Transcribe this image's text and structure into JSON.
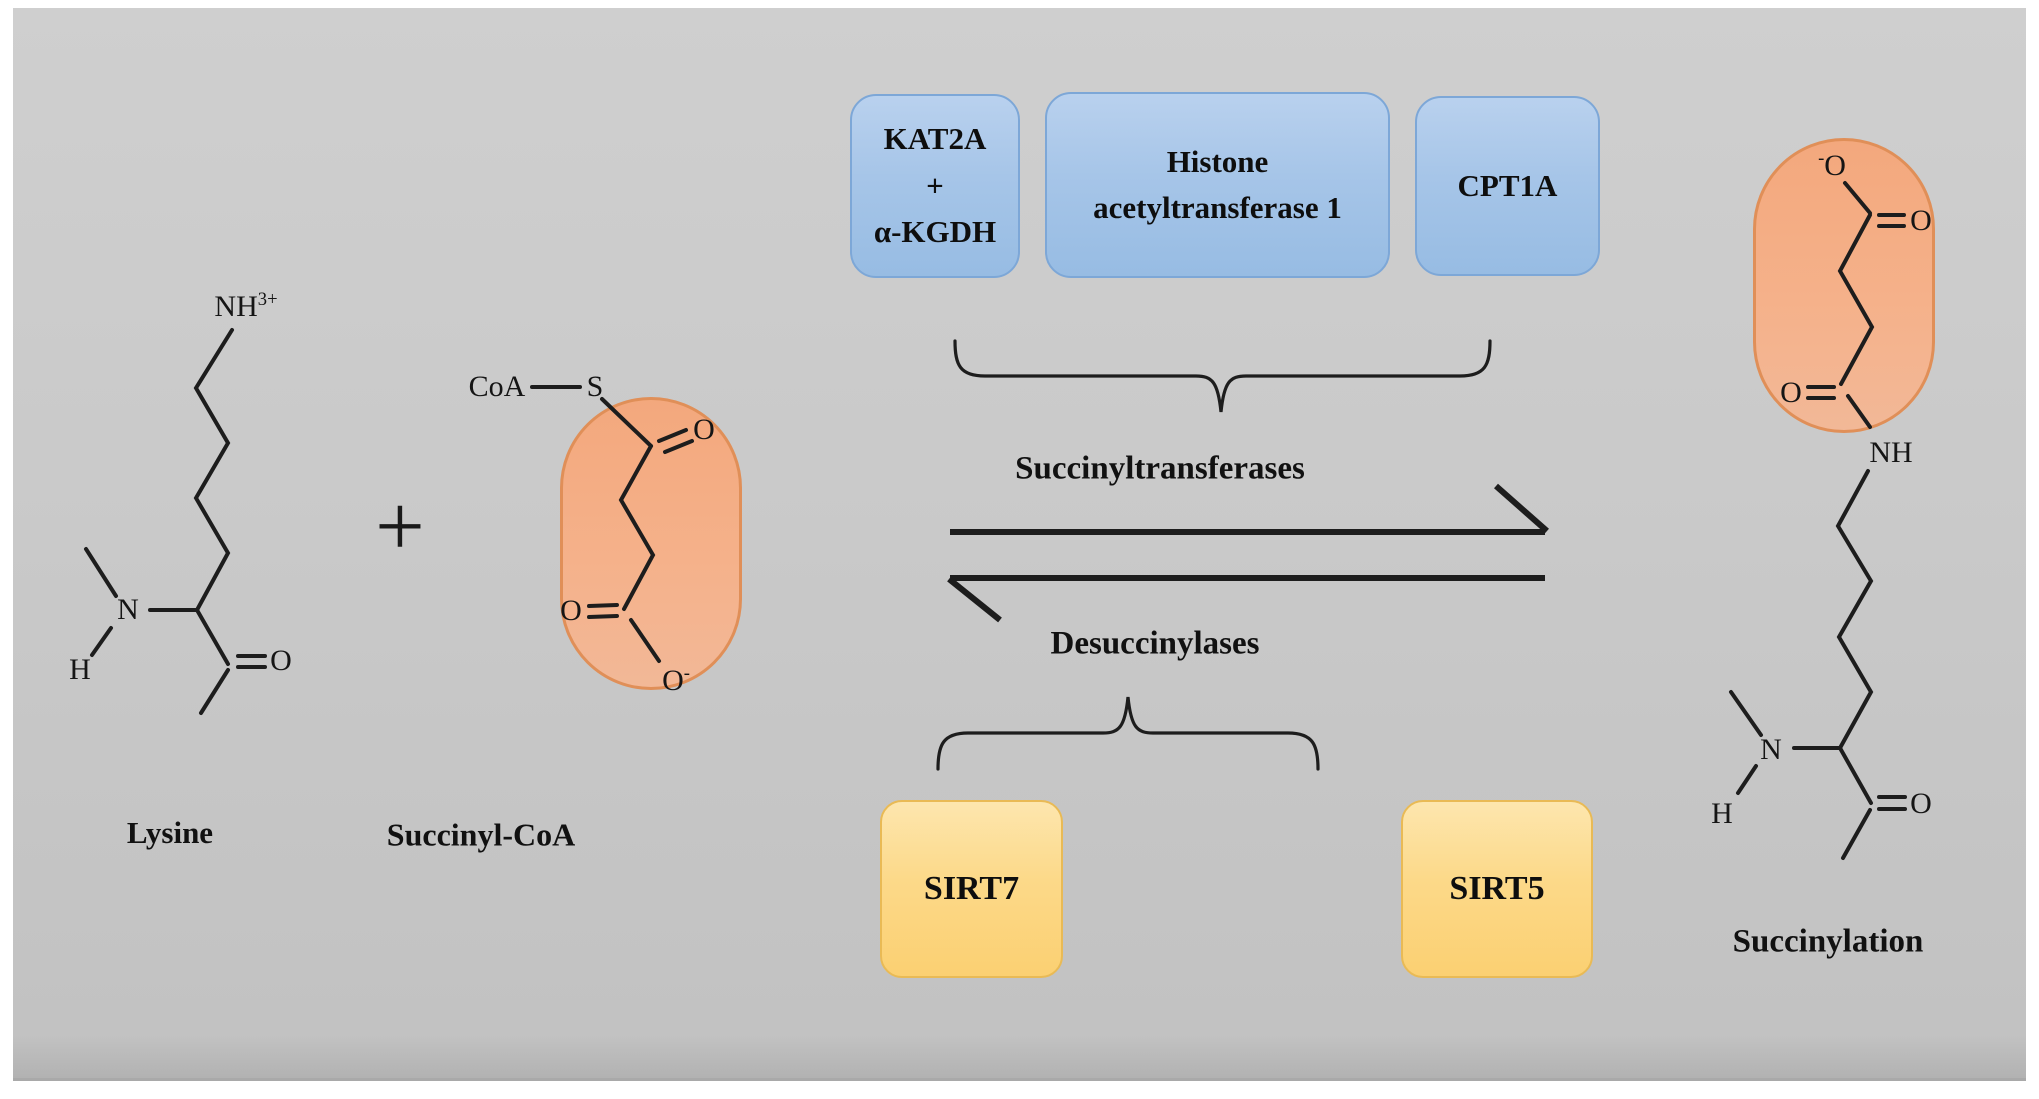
{
  "labels": {
    "lysine": "Lysine",
    "succinyl_coa": "Succinyl-CoA",
    "succinylation": "Succinylation",
    "succinyltransferases": "Succinyltransferases",
    "desuccinylases": "Desuccinylases",
    "plus": "+"
  },
  "enzyme_boxes": {
    "kat2a": {
      "line1": "KAT2A",
      "line2": "+",
      "line3": "α-KGDH"
    },
    "hat1": {
      "line1": "Histone",
      "line2": "acetyltransferase 1"
    },
    "cpt1a": {
      "label": "CPT1A"
    },
    "sirt7": {
      "label": "SIRT7"
    },
    "sirt5": {
      "label": "SIRT5"
    }
  },
  "atoms": {
    "lysine": {
      "amine": "NH",
      "amine_charge": "3+",
      "backbone_n": "N",
      "backbone_h": "H",
      "carbonyl_o": "O"
    },
    "succinyl_coa": {
      "coa": "CoA",
      "sulfur": "S",
      "thioester_o": "O",
      "carboxyl_o": "O",
      "carboxylate_o": "O",
      "carboxylate_charge": "-"
    },
    "product": {
      "carboxylate_charge": "-",
      "carboxylate_o": "O",
      "carboxyl_o": "O",
      "amide_o": "O",
      "amide_nh": "NH",
      "backbone_n": "N",
      "backbone_h": "H",
      "carbonyl_o": "O"
    }
  },
  "colors": {
    "canvas_bg": "#c9c9c9",
    "enzyme_box_blue": "#a6c5e8",
    "enzyme_box_blue_border": "#7da7d7",
    "sirt_box_yellow": "#fbd072",
    "sirt_box_yellow_border": "#e9ba55",
    "succinyl_capsule": "#f3a87d",
    "succinyl_capsule_border": "#e08f58",
    "bond_color": "#1d1d1d"
  }
}
